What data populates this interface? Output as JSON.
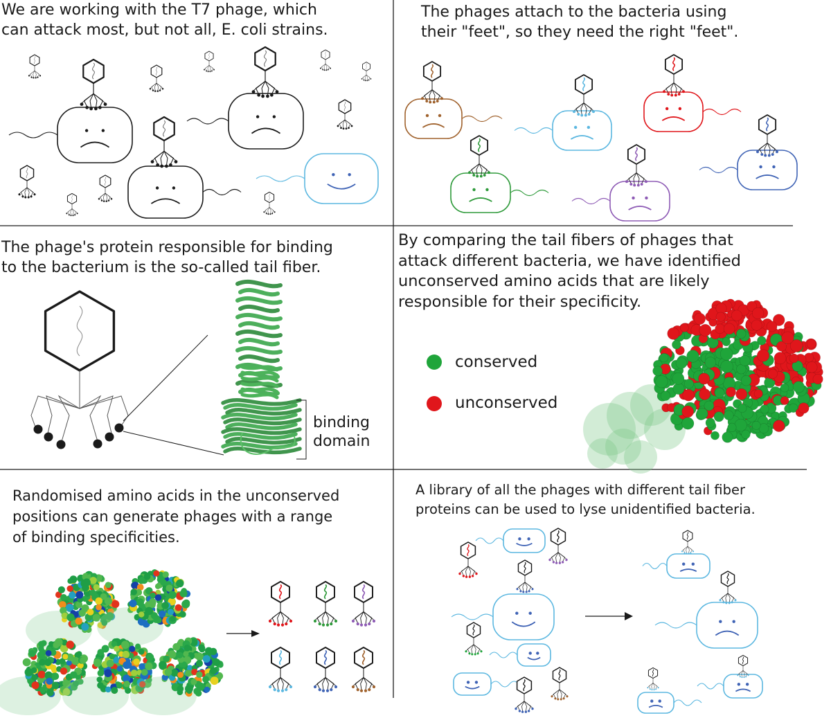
{
  "panels": {
    "p1": {
      "caption": [
        "We are working with the T7 phage, which",
        "can attack most, but not all, E. coli strains."
      ]
    },
    "p2": {
      "caption": [
        "The phages attach to the bacteria using",
        "their \"feet\", so they need the right \"feet\"."
      ]
    },
    "p3": {
      "caption": [
        "The phage's protein responsible for binding",
        "to the bacterium is the so-called tail fiber."
      ],
      "domain_label": [
        "binding",
        "domain"
      ]
    },
    "p4": {
      "caption": [
        "By comparing the tail fibers of phages that",
        "attack different bacteria, we have identified",
        "unconserved amino acids that are likely",
        "responsible for their specificity."
      ]
    },
    "p5": {
      "caption": [
        "Randomised amino acids in the unconserved",
        "positions can generate phages with a range",
        "of binding specificities."
      ]
    },
    "p6": {
      "caption": [
        "A library of all the phages with different tail fiber",
        "proteins can be used to lyse unidentified bacteria."
      ]
    }
  },
  "legend": {
    "conserved": {
      "label": "conserved",
      "color": "#1fa53a"
    },
    "unconserved": {
      "label": "unconserved",
      "color": "#e0161b"
    }
  },
  "colors": {
    "ink": "#1a1a1a",
    "bacterium_happy": "#5bb7e0",
    "feet": [
      "#a0622d",
      "#5bb7e0",
      "#e0161b",
      "#2e9a3a",
      "#8e5bb5",
      "#3f63b5"
    ],
    "protein_green": "#3aa64a",
    "red": "#e0161b",
    "green": "#1fa53a"
  }
}
